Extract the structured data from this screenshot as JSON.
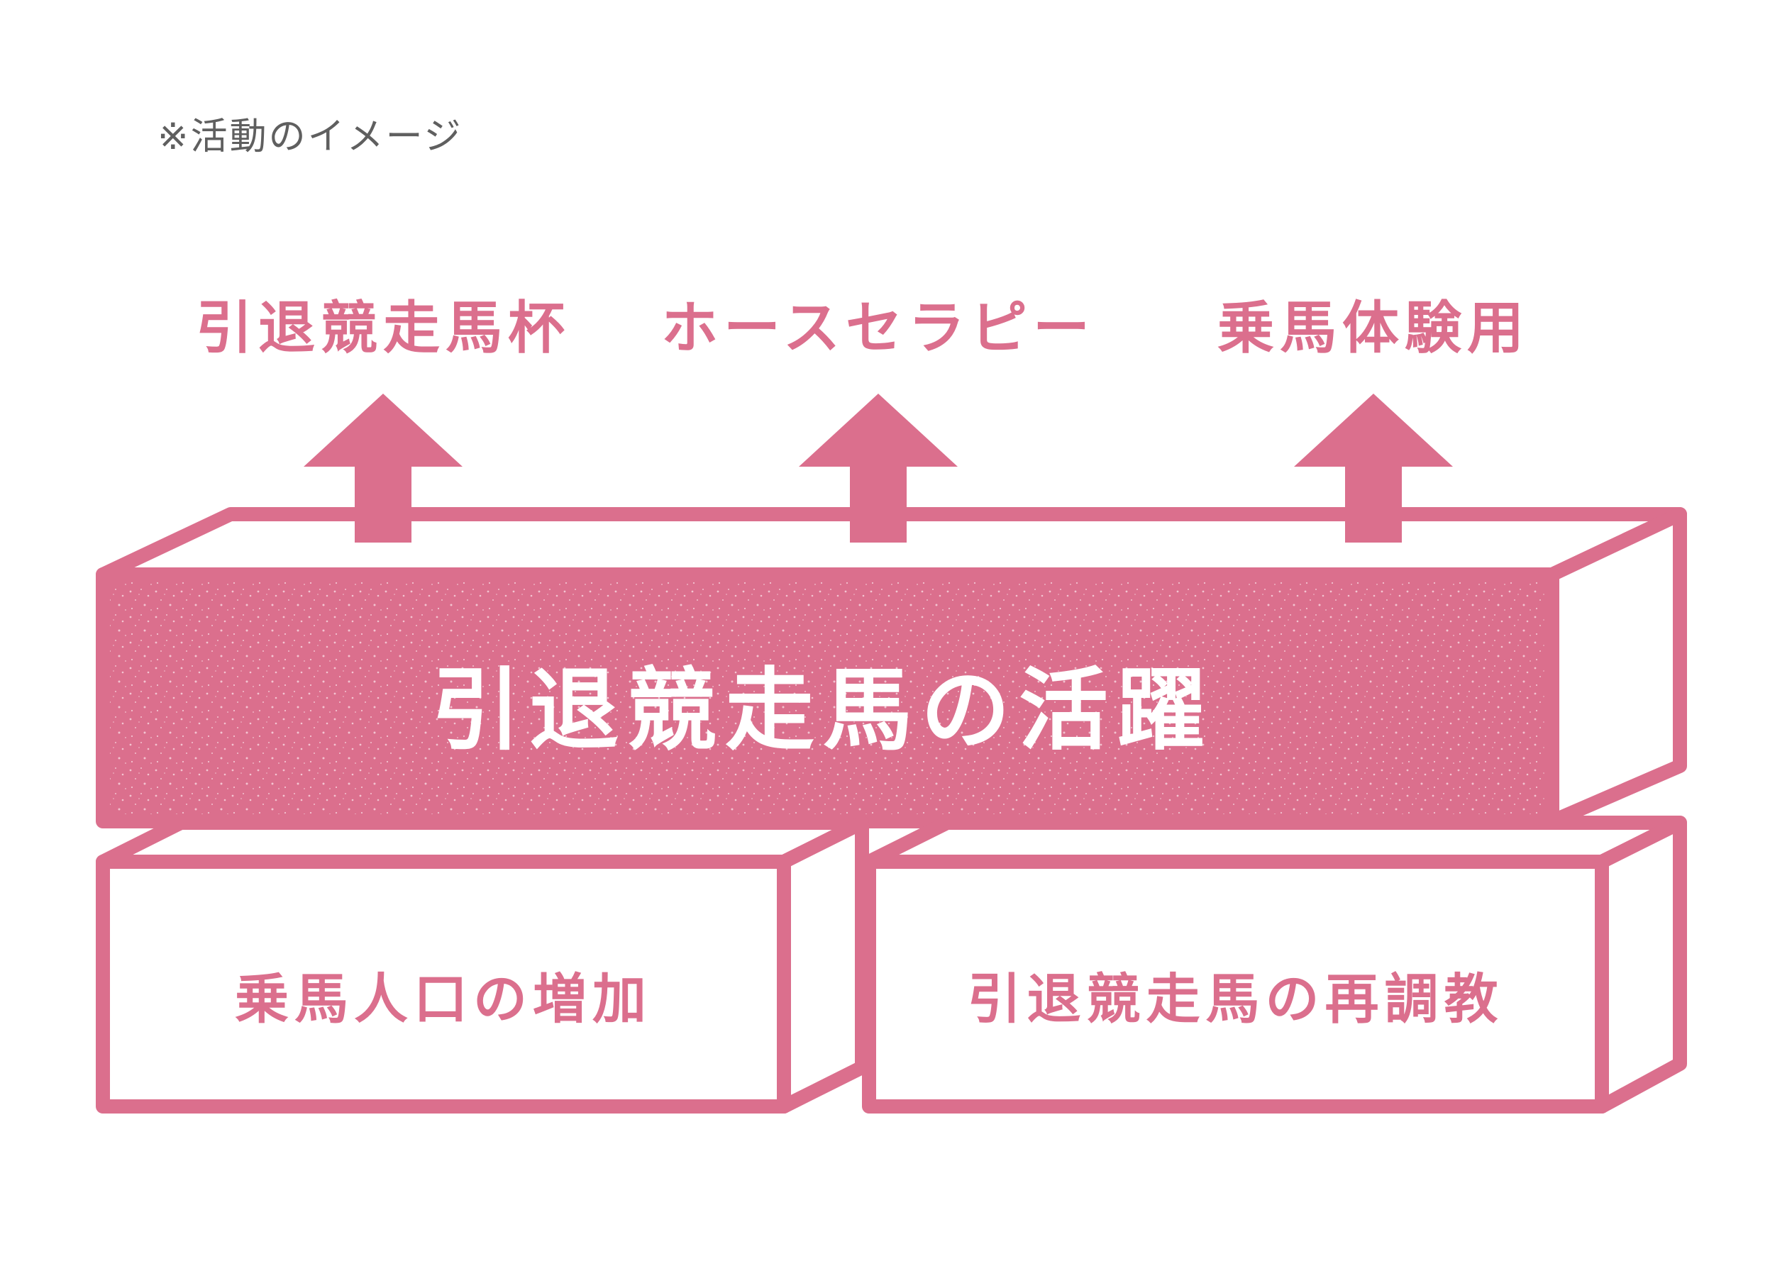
{
  "note": "※活動のイメージ",
  "outcomes": [
    {
      "label": "引退競走馬杯"
    },
    {
      "label": "ホースセラピー"
    },
    {
      "label": "乗馬体験用"
    }
  ],
  "main_block": {
    "label": "引退競走馬の活躍"
  },
  "base_blocks": [
    {
      "label": "乗馬人口の増加"
    },
    {
      "label": "引退競走馬の再調教"
    }
  ],
  "colors": {
    "accent": "#DB6F8D",
    "note_text": "#5F5F5F",
    "background": "#FFFFFF"
  }
}
